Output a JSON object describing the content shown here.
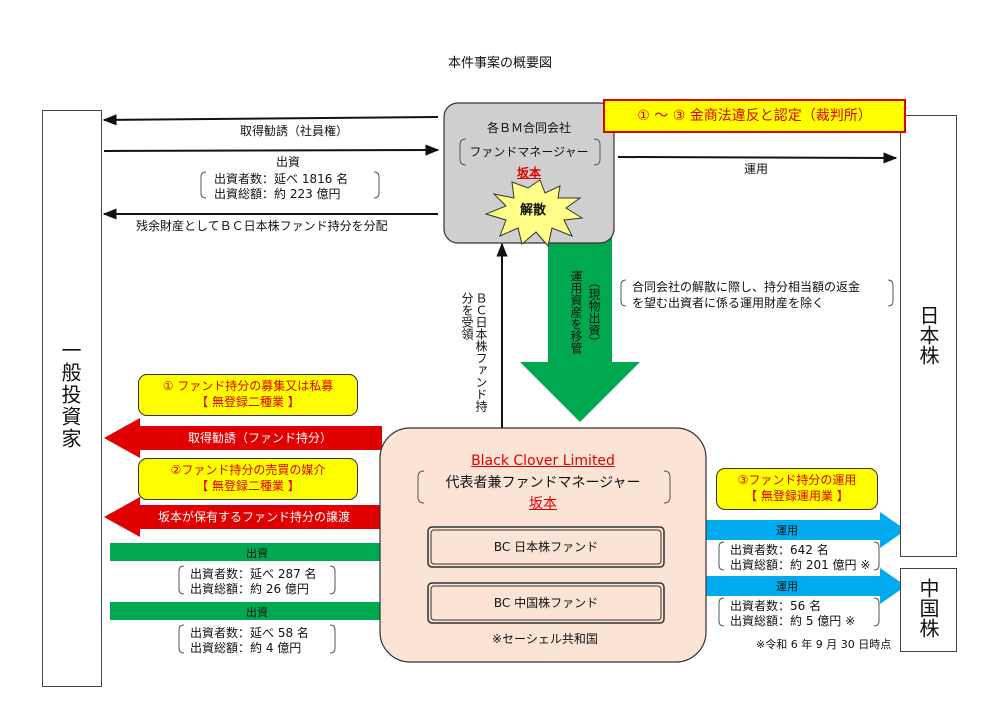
{
  "title": "本件事案の概要図",
  "investor_box": "一般投資家",
  "japan_stock_box": "日本株",
  "china_stock_box": "中国株",
  "bm": {
    "line1": "各ＢＭ合同会社",
    "line2": "ファンドマネージャー",
    "name": "坂本",
    "dissolve": "解散"
  },
  "violation_banner": "① ～ ③  金商法違反と認定（裁判所）",
  "arrows_top": {
    "solicit": "取得勧誘（社員権）",
    "invest_label": "出資",
    "invest_count": "出資者数：延べ 1816 名",
    "invest_total": "出資総額：約 223 億円",
    "residual": "残余財産としてＢＣ日本株ファンド持分を分配",
    "operation": "運用"
  },
  "transfer": {
    "left_vertical": "ＢＣ日本株ファンド持分を受領",
    "green_vertical": "運用資産を移管",
    "green_paren": "（現物出資）",
    "note_line1": "合同会社の解散に際し、持分相当額の返金",
    "note_line2": "を望む出資者に係る運用財産を除く"
  },
  "bcl": {
    "name": "Black Clover Limited",
    "role": "代表者兼ファンドマネージャー",
    "person": "坂本",
    "fund_jp": "BC 日本株ファンド",
    "fund_cn": "BC 中国株ファンド",
    "seychelles": "※セーシェル共和国"
  },
  "callouts": {
    "c1_line1": "①  ファンド持分の募集又は私募",
    "c1_line2": "【  無登録二種業  】",
    "c2_line1": "②ファンド持分の売買の媒介",
    "c2_line2": "【  無登録二種業  】",
    "c3_line1": "③ファンド持分の運用",
    "c3_line2": "【  無登録運用業  】"
  },
  "red_arrows": {
    "solicit_fund": "取得勧誘（ファンド持分）",
    "transfer_fund": "坂本が保有するファンド持分の譲渡"
  },
  "green_arrows": {
    "invest1": "出資",
    "invest1_count": "出資者数：延べ 287 名",
    "invest1_total": "出資総額：約 26 億円",
    "invest2": "出資",
    "invest2_count": "出資者数：延べ 58 名",
    "invest2_total": "出資総額：約 4 億円"
  },
  "blue_arrows": {
    "op1": "運用",
    "op1_count": "出資者数：642 名",
    "op1_total": "出資総額：約 201 億円  ※",
    "op2": "運用",
    "op2_count": "出資者数：56 名",
    "op2_total": "出資総額：約 5 億円   ※"
  },
  "footnote": "※令和 6 年 9 月 30 日時点",
  "colors": {
    "red": "#e00000",
    "green": "#00a84f",
    "blue": "#00aaee",
    "yellow": "#ffff00",
    "bm_gray": "#cfcfcf",
    "bcl_bg": "#fbe3d5"
  }
}
